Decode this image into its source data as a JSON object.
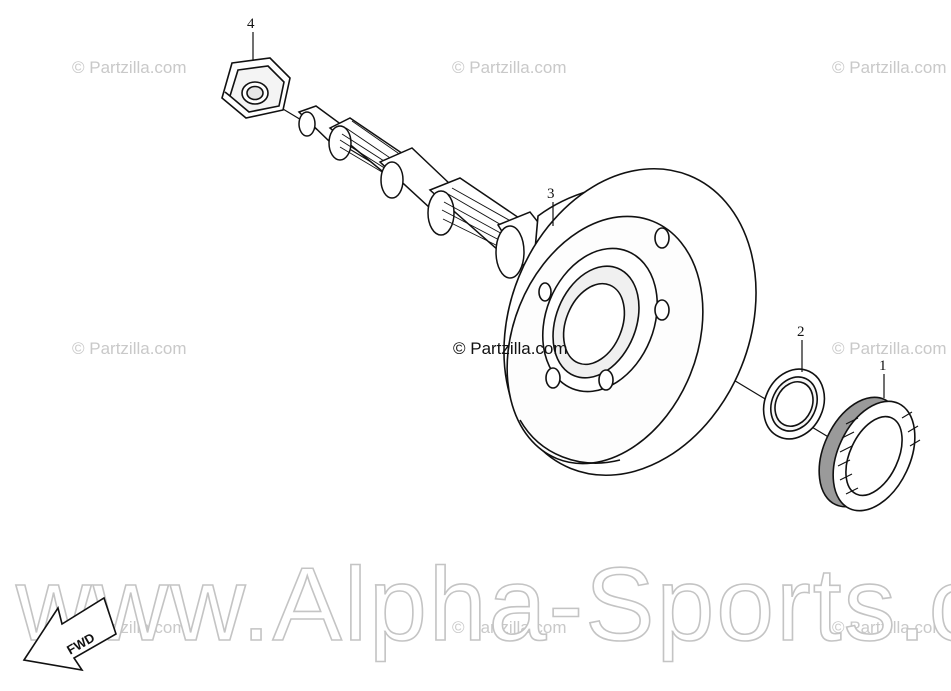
{
  "watermark": "© Partzilla.com",
  "site_watermark": "www.Alpha-Sports.com",
  "direction_label": "FWD",
  "callouts": [
    {
      "id": "1",
      "label": "1"
    },
    {
      "id": "2",
      "label": "2"
    },
    {
      "id": "3",
      "label": "3"
    },
    {
      "id": "4",
      "label": "4"
    }
  ],
  "colors": {
    "line": "#111111",
    "watermark": "#c9c9c9",
    "background": "#ffffff"
  }
}
